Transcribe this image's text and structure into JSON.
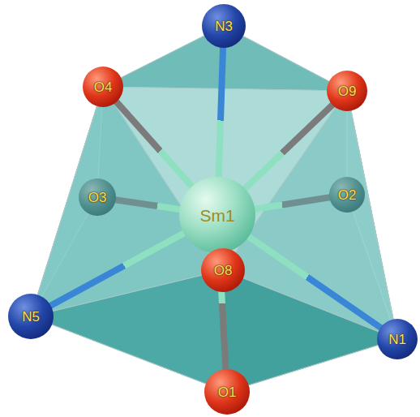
{
  "diagram": {
    "nodes": [
      {
        "text": [
          "N3"
        ]
      },
      {
        "text": [
          "O4"
        ]
      },
      {
        "text": [
          "O9"
        ]
      },
      {
        "text": [
          "Sm1"
        ]
      },
      {
        "text": [
          "O3"
        ]
      },
      {
        "text": [
          "O2"
        ]
      },
      {
        "text": [
          "O8"
        ]
      },
      {
        "text": [
          "N5"
        ]
      },
      {
        "text": [
          "N1"
        ]
      },
      {
        "text": [
          "O1"
        ]
      }
    ],
    "edges": [
      {
        "from": 3,
        "to": 0,
        "arrow": "none"
      },
      {
        "from": 3,
        "to": 1,
        "arrow": "none"
      },
      {
        "from": 3,
        "to": 2,
        "arrow": "none"
      },
      {
        "from": 3,
        "to": 4,
        "arrow": "none"
      },
      {
        "from": 3,
        "to": 5,
        "arrow": "none"
      },
      {
        "from": 3,
        "to": 6,
        "arrow": "none"
      },
      {
        "from": 3,
        "to": 7,
        "arrow": "none"
      },
      {
        "from": 3,
        "to": 8,
        "arrow": "none"
      },
      {
        "from": 3,
        "to": 9,
        "arrow": "none"
      }
    ]
  }
}
